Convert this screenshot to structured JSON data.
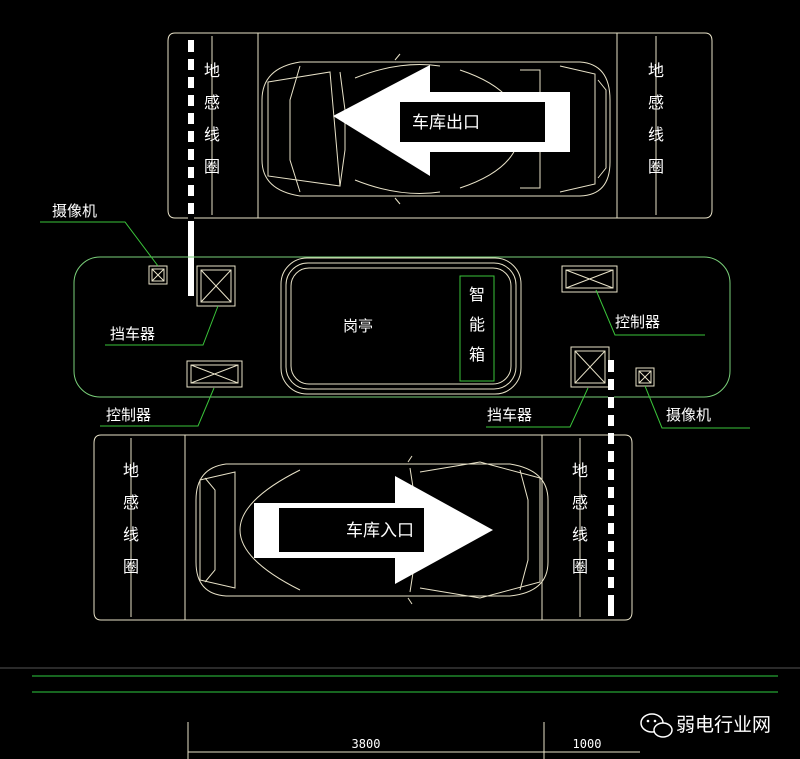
{
  "labels": {
    "loop": [
      "地",
      "感",
      "线",
      "圈"
    ],
    "exit": "车库出口",
    "entry": "车库入口",
    "booth": "岗亭",
    "smartbox": [
      "智",
      "能",
      "箱"
    ],
    "camera": "摄像机",
    "barrier": "挡车器",
    "controller": "控制器"
  },
  "dimensions": {
    "d1": "3800",
    "d2": "1000"
  },
  "brand": "弱电行业网",
  "colors": {
    "line": "#e8e2c8",
    "leader": "#3ac43a",
    "island": "#7ad07a",
    "ground": "#2ecc40"
  }
}
